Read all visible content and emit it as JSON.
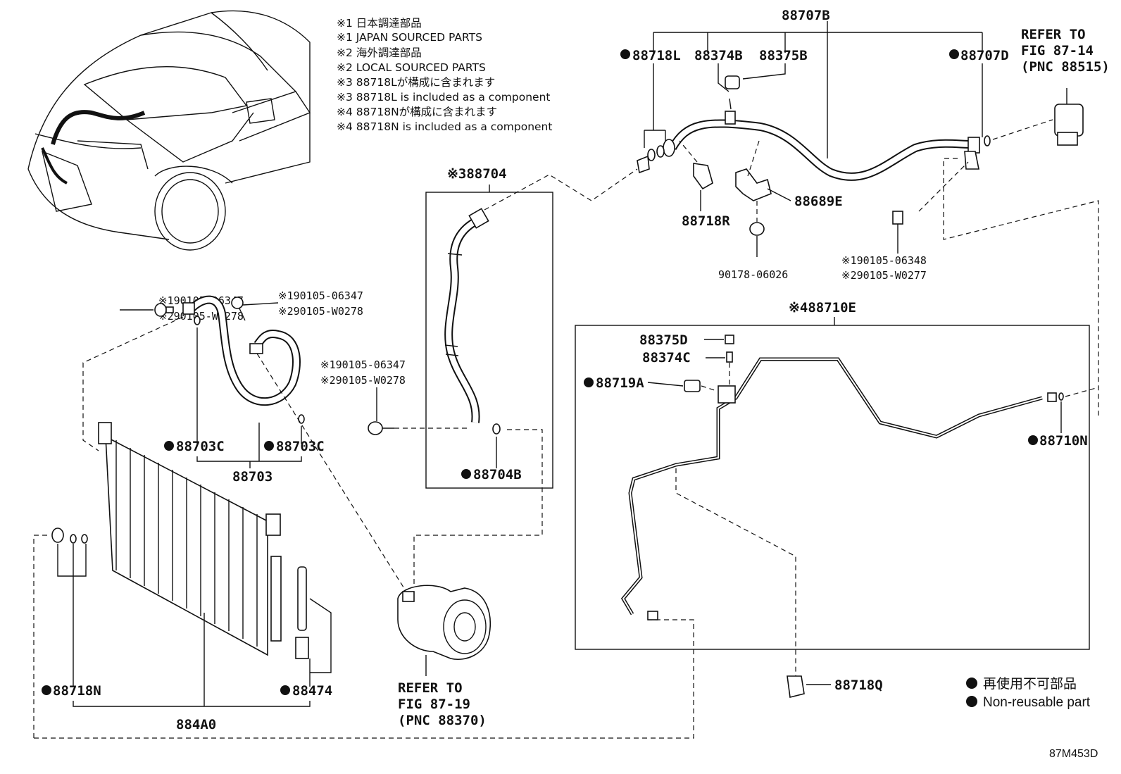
{
  "notes": [
    "※1 日本調達部品",
    "※1 JAPAN SOURCED PARTS",
    "※2 海外調達部品",
    "※2 LOCAL SOURCED PARTS",
    "※3 88718Lが構成に含まれます",
    "※3 88718L is included as a component",
    "※4 88718Nが構成に含まれます",
    "※4 88718N is included as a component"
  ],
  "labels": {
    "p88707B": "88707B",
    "p88718L": "88718L",
    "p88374B": "88374B",
    "p88375B": "88375B",
    "p88707D": "88707D",
    "p88718R": "88718R",
    "p88689E": "88689E",
    "p9017806026": "90178-06026",
    "bolt06348": "※190105-06348",
    "boltW0277": "※290105-W0277",
    "p88704": "※388704",
    "p88704B": "88704B",
    "boltL1a": "※190105-06347",
    "boltL1b": "※290105-W0278",
    "boltL2a": "※190105-06347",
    "boltL2b": "※290105-W0278",
    "boltM1a": "※190105-06347",
    "boltM1b": "※290105-W0278",
    "p88703C_a": "88703C",
    "p88703C_b": "88703C",
    "p88703": "88703",
    "p88710E": "※488710E",
    "p88375D": "88375D",
    "p88374C": "88374C",
    "p88719A": "88719A",
    "p88710N": "88710N",
    "p88718Q": "88718Q",
    "p88718N": "88718N",
    "p88474": "88474",
    "p884A0": "884A0"
  },
  "refers": {
    "fig8714": [
      "REFER TO",
      "FIG 87-14",
      "(PNC 88515)"
    ],
    "fig8719": [
      "REFER TO",
      "FIG 87-19",
      "(PNC 88370)"
    ]
  },
  "legend": {
    "jp": "再使用不可部品",
    "en": "Non-reusable part"
  },
  "diagram_code": "87M453D"
}
